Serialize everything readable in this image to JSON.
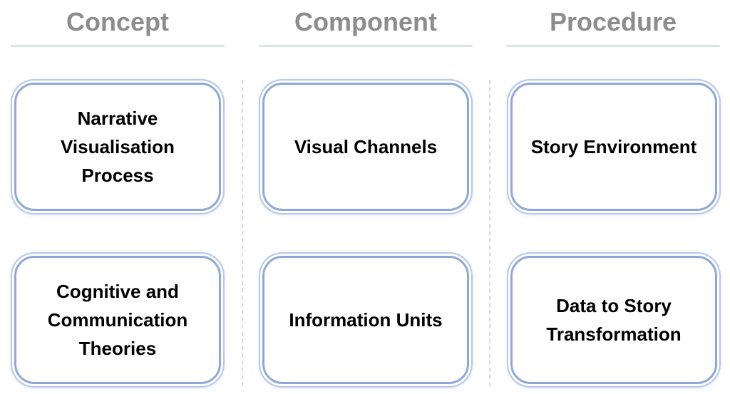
{
  "columns": [
    {
      "header": "Concept",
      "cards": [
        "Narrative\nVisualisation\nProcess",
        "Cognitive and\nCommunication\nTheories"
      ]
    },
    {
      "header": "Component",
      "cards": [
        "Visual Channels",
        "Information Units"
      ]
    },
    {
      "header": "Procedure",
      "cards": [
        "Story Environment",
        "Data to Story\nTransformation"
      ]
    }
  ],
  "colors": {
    "header_text": "#8c8c8c",
    "underline": "#d9e1f1",
    "card_border": "#8ea7d9",
    "divider": "#d3dcee"
  }
}
